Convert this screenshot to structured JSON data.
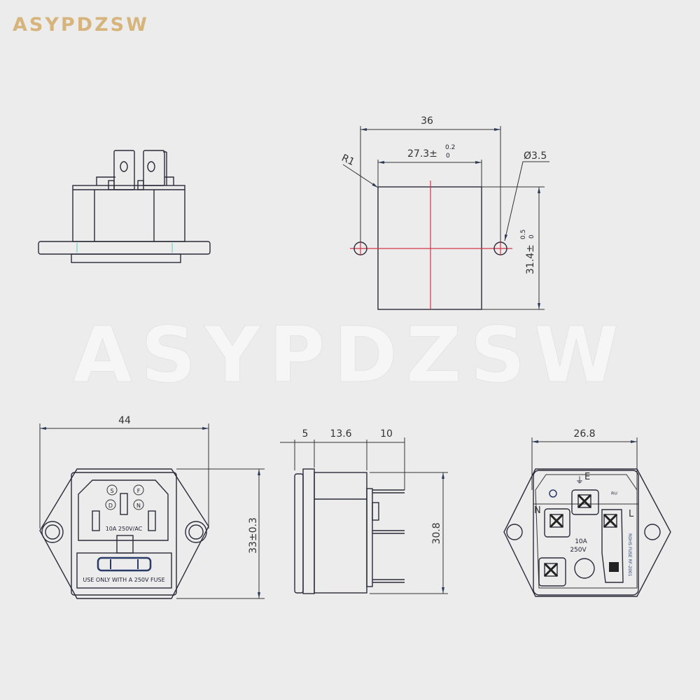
{
  "brand": "ASYPDZSW",
  "watermark": "ASYPDZSW",
  "colors": {
    "background": "#ececec",
    "brand": "#d6b47c",
    "hatch": "#5fc9c0",
    "centerline": "#d2354a"
  },
  "panel_cutout": {
    "width_outer": "36",
    "width_cutout": "27.3±",
    "width_tol_upper": "0.2",
    "width_tol_lower": "0",
    "radius": "R1",
    "hole_diameter": "Ø3.5",
    "height": "31.4±",
    "height_tol_upper": "0.5",
    "height_tol_lower": "0"
  },
  "front_view": {
    "width": "44",
    "height": "33±0.3",
    "pin_labels": [
      "S",
      "F",
      "D",
      "N"
    ],
    "rating": "10A 250V/AC",
    "fuse_text": "USE ONLY WITH A 250V FUSE"
  },
  "side_view": {
    "d1": "5",
    "d2": "13.6",
    "d3": "10",
    "height": "30.8"
  },
  "rear_view": {
    "width": "26.8",
    "earth": "E",
    "neutral": "N",
    "live": "L",
    "rating_current": "10A",
    "rating_voltage": "250V",
    "side_text": "ROHS FUSE RF-2001"
  }
}
